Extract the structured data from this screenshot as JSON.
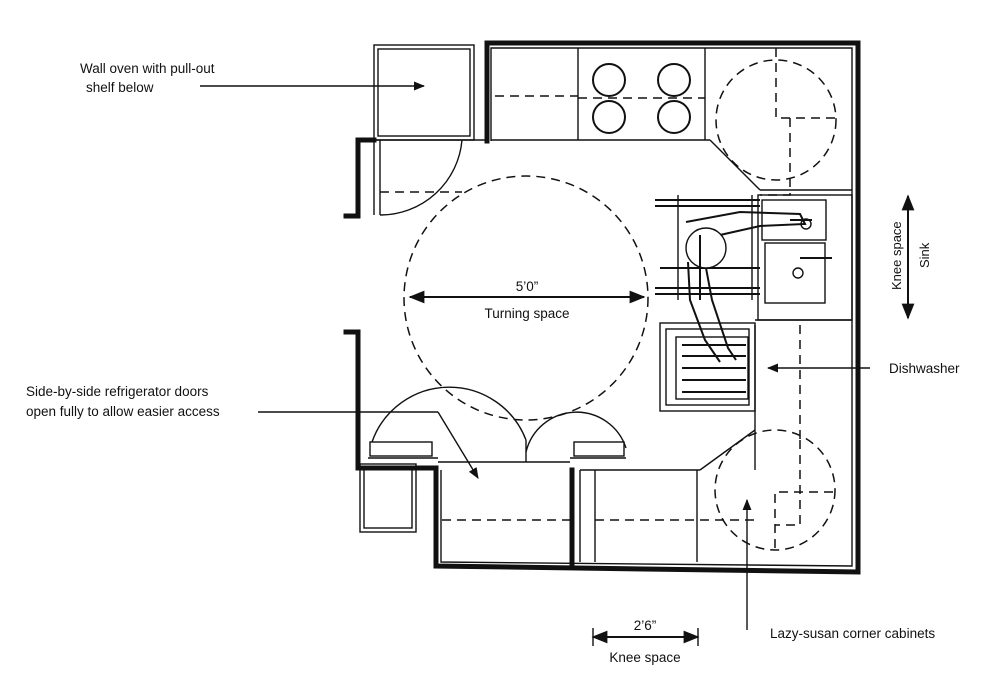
{
  "labels": {
    "wall_oven_line1": "Wall oven with pull-out",
    "wall_oven_line2": "shelf below",
    "turning_dimension": "5’0”",
    "turning_space": "Turning space",
    "refrigerator_line1": "Side-by-side refrigerator doors",
    "refrigerator_line2": "open fully to allow easier access",
    "dishwasher": "Dishwasher",
    "knee_space_vertical": "Knee space",
    "sink": "Sink",
    "knee_dimension": "2’6”",
    "knee_space_bottom": "Knee space",
    "lazy_susan": "Lazy-susan corner cabinets"
  }
}
